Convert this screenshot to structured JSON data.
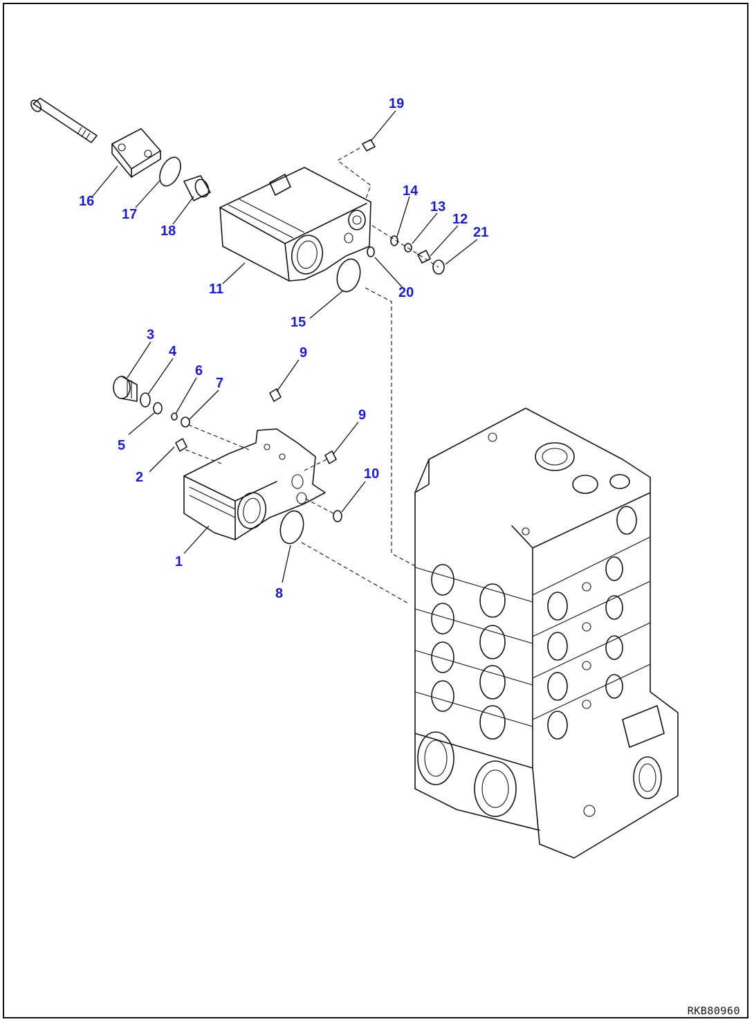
{
  "drawing_code": "RKB80960",
  "callouts": [
    {
      "key": "1",
      "label": "1"
    },
    {
      "key": "2",
      "label": "2"
    },
    {
      "key": "3",
      "label": "3"
    },
    {
      "key": "4",
      "label": "4"
    },
    {
      "key": "5",
      "label": "5"
    },
    {
      "key": "6",
      "label": "6"
    },
    {
      "key": "7",
      "label": "7"
    },
    {
      "key": "8",
      "label": "8"
    },
    {
      "key": "9a",
      "label": "9"
    },
    {
      "key": "9b",
      "label": "9"
    },
    {
      "key": "10",
      "label": "10"
    },
    {
      "key": "11",
      "label": "11"
    },
    {
      "key": "12",
      "label": "12"
    },
    {
      "key": "13",
      "label": "13"
    },
    {
      "key": "14",
      "label": "14"
    },
    {
      "key": "15",
      "label": "15"
    },
    {
      "key": "16",
      "label": "16"
    },
    {
      "key": "17",
      "label": "17"
    },
    {
      "key": "18",
      "label": "18"
    },
    {
      "key": "19",
      "label": "19"
    },
    {
      "key": "20",
      "label": "20"
    },
    {
      "key": "21",
      "label": "21"
    }
  ]
}
